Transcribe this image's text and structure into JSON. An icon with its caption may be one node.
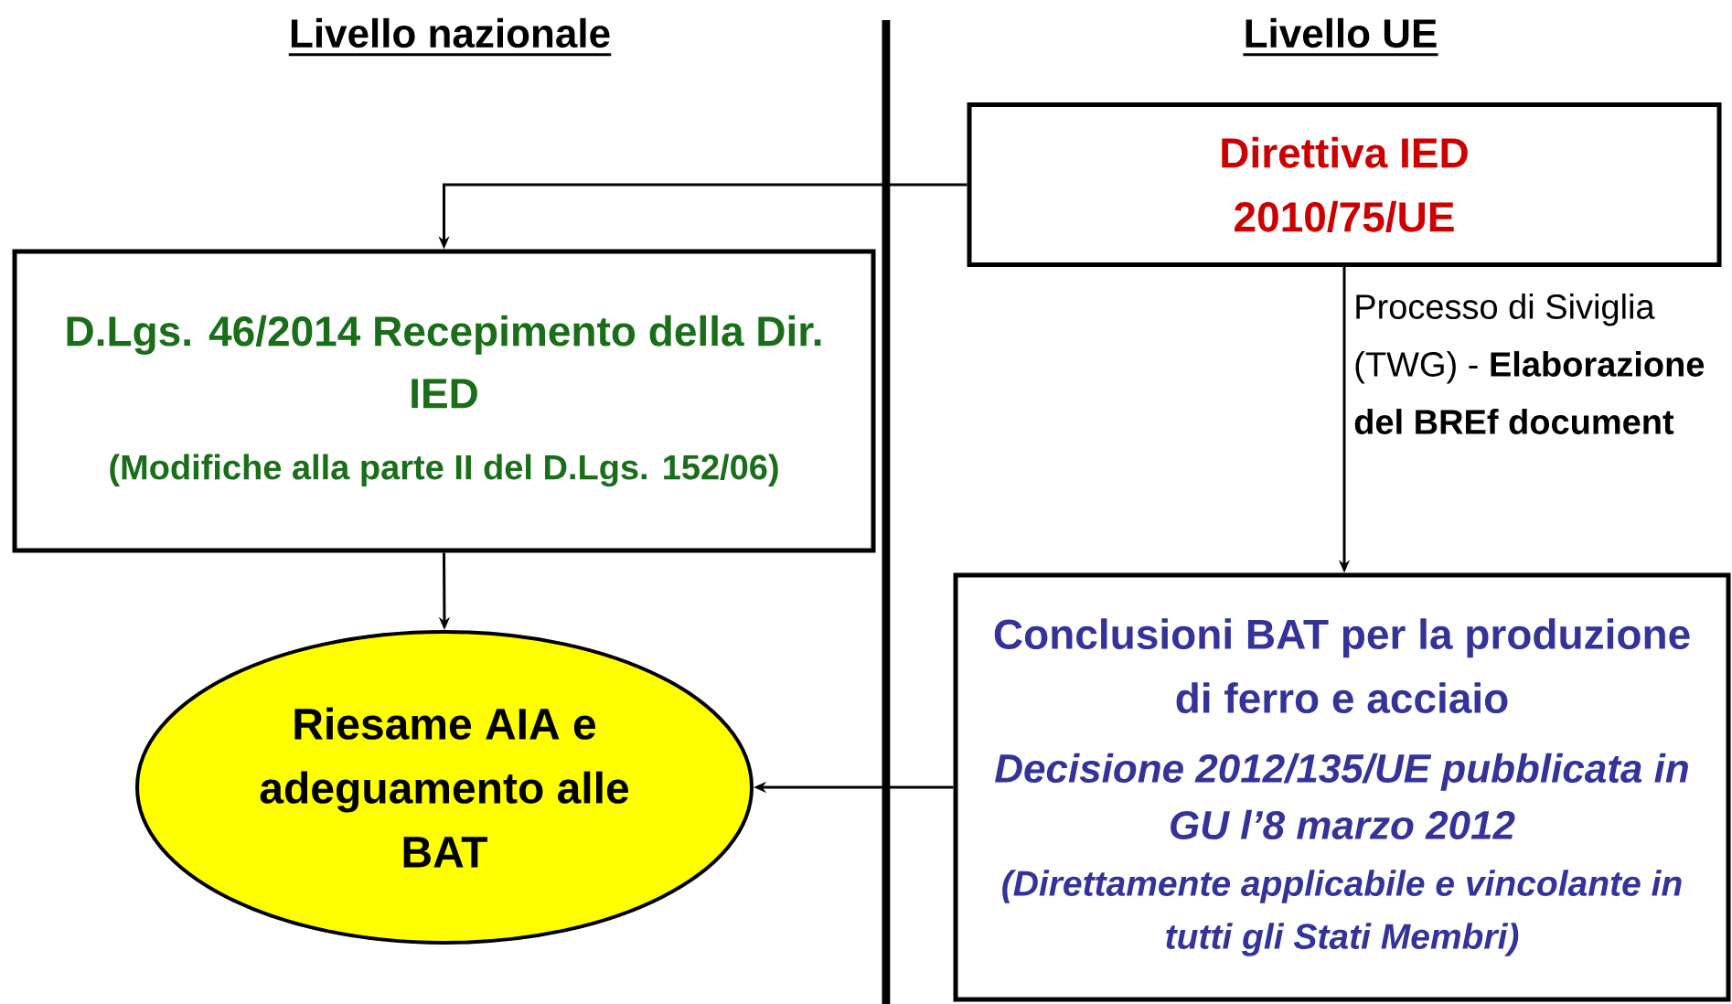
{
  "diagram": {
    "nodes": [
      {
        "text": [
          "Direttiva IED 2010/75/UE"
        ]
      },
      {
        "text": [
          "D.Lgs. 46/2014 Recepimento della Dir. IED",
          "(Modifiche alla parte II del D.Lgs. 152/06)"
        ]
      },
      {
        "text": [
          "Riesame  AIA e adeguamento alle BAT"
        ]
      },
      {
        "text": [
          "Conclusioni BAT per la produzione di ferro e acciaio",
          "Decisione 2012/135/UE pubblicata in GU l’8 marzo 2012",
          "(Direttamente applicabile e vincolante in tutti gli Stati Membri)"
        ]
      }
    ],
    "edges": [
      {
        "from": 0,
        "to": 1,
        "arrow": "to"
      },
      {
        "from": 1,
        "to": 2,
        "arrow": "to"
      },
      {
        "from": 0,
        "to": 3,
        "arrow": "to",
        "label": "Processo di Siviglia (TWG) - **Elaborazione del BREf document**"
      },
      {
        "from": 3,
        "to": 2,
        "arrow": "to"
      }
    ],
    "labels": [
      "Livello nazionale",
      "Livello UE"
    ]
  }
}
